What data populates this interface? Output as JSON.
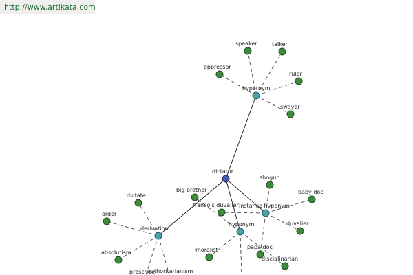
{
  "url": "http://www.artikata.com",
  "graph": {
    "center": "dictator",
    "relations": {
      "hypernym": "hypernym",
      "instance_hyponym": "instance hyponym",
      "hyponym": "hyponym",
      "derivation": "derivation"
    },
    "hypernym_terms": [
      "oppressor",
      "speaker",
      "talker",
      "ruler",
      "swayer"
    ],
    "instance_hyponym_terms": [
      "francois duvalier",
      "shogun",
      "baby doc",
      "duvalier",
      "papa doc"
    ],
    "hyponym_terms": [
      "big brother",
      "moralist",
      "disciplinarian"
    ],
    "derivation_terms": [
      "dictate",
      "order",
      "absolutism",
      "prescribe",
      "authoritarianism"
    ]
  },
  "colors": {
    "leaf": "#3f8a3f",
    "relation": "#4aa3a8",
    "center": "#4a5aa8"
  }
}
